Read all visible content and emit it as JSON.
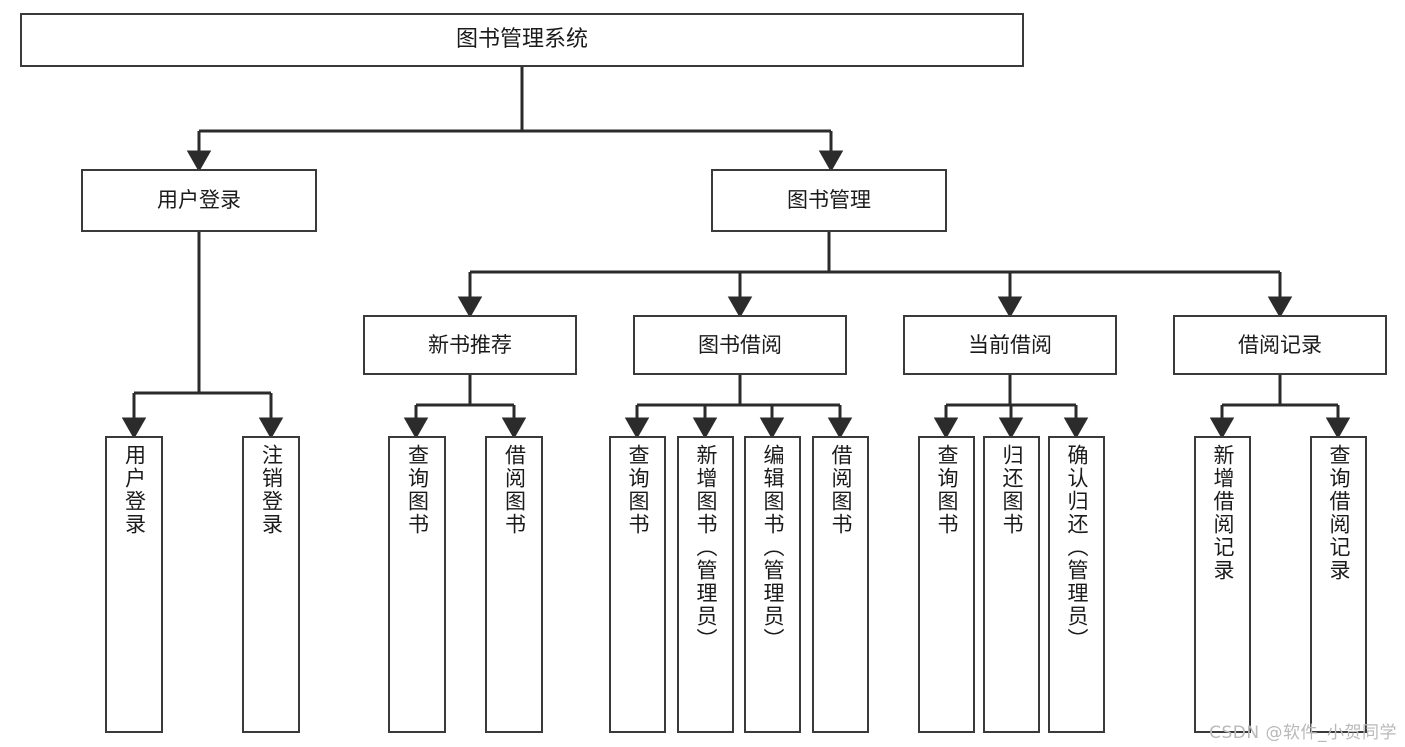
{
  "diagram": {
    "title": "图书管理系统",
    "type": "tree",
    "watermark": "CSDN @软件_小贺同学",
    "colors": {
      "box_border": "#3a3a3a",
      "box_fill": "#ffffff",
      "edge": "#2b2b2b",
      "text": "#1b1b1b",
      "watermark": "#b9b9b9",
      "background": "#ffffff"
    },
    "root": {
      "label": "图书管理系统"
    },
    "level2": [
      {
        "label": "用户登录"
      },
      {
        "label": "图书管理"
      }
    ],
    "level3": [
      {
        "label": "新书推荐"
      },
      {
        "label": "图书借阅"
      },
      {
        "label": "当前借阅"
      },
      {
        "label": "借阅记录"
      }
    ],
    "leaves": {
      "user_login": [
        {
          "label": "用户登录"
        },
        {
          "label": "注销登录"
        }
      ],
      "new_book_recommend": [
        {
          "label": "查询图书"
        },
        {
          "label": "借阅图书"
        }
      ],
      "book_borrow": [
        {
          "label": "查询图书"
        },
        {
          "label": "新增图书（管理员）"
        },
        {
          "label": "编辑图书（管理员）"
        },
        {
          "label": "借阅图书"
        }
      ],
      "current_borrow": [
        {
          "label": "查询图书"
        },
        {
          "label": "归还图书"
        },
        {
          "label": "确认归还（管理员）"
        }
      ],
      "borrow_record": [
        {
          "label": "新增借阅记录"
        },
        {
          "label": "查询借阅记录"
        }
      ]
    }
  }
}
